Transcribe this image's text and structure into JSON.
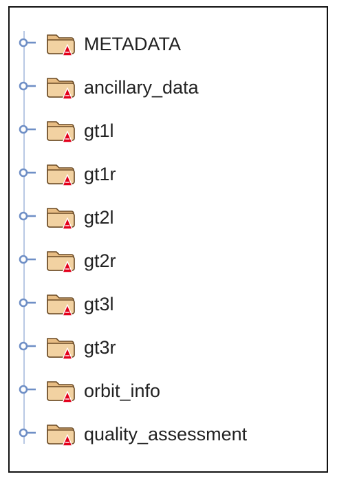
{
  "tree": {
    "colors": {
      "connector": "#6f8fc6",
      "folder_fill": "#f2d2a2",
      "folder_outline": "#6a4a24",
      "badge": "#e3001b"
    },
    "icons": {
      "expander": "expand-handle-icon",
      "folder": "attribute-folder-icon"
    },
    "nodes": [
      {
        "label": "METADATA"
      },
      {
        "label": "ancillary_data"
      },
      {
        "label": "gt1l"
      },
      {
        "label": "gt1r"
      },
      {
        "label": "gt2l"
      },
      {
        "label": "gt2r"
      },
      {
        "label": "gt3l"
      },
      {
        "label": "gt3r"
      },
      {
        "label": "orbit_info"
      },
      {
        "label": "quality_assessment"
      }
    ]
  }
}
